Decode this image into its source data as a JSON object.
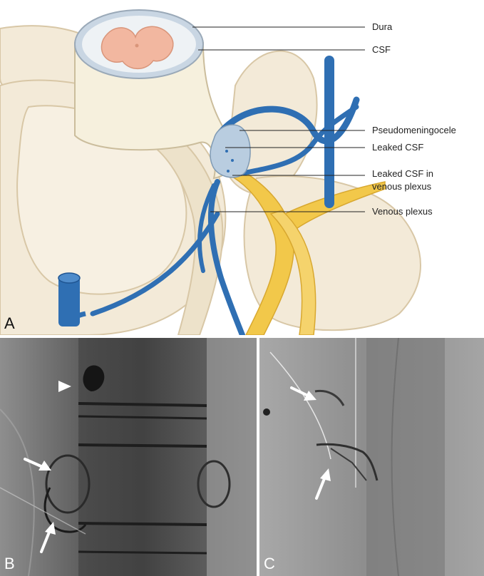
{
  "panels": {
    "a": {
      "letter": "A"
    },
    "b": {
      "letter": "B"
    },
    "c": {
      "letter": "C"
    }
  },
  "labels": {
    "dura": "Dura",
    "csf": "CSF",
    "pseudomeningocele": "Pseudomeningocele",
    "leaked_csf": "Leaked CSF",
    "leaked_csf_venous_line1": "Leaked CSF in",
    "leaked_csf_venous_line2": "venous plexus",
    "venous_plexus": "Venous plexus"
  },
  "colors": {
    "bone": "#f3ead8",
    "bone_shadow": "#e3d3b5",
    "spinal_cord": "#f2b7a0",
    "vein": "#2f6fb3",
    "nerve": "#f2c84a",
    "csf_ring": "#c9d6e3",
    "leak": "#b9cde0"
  }
}
